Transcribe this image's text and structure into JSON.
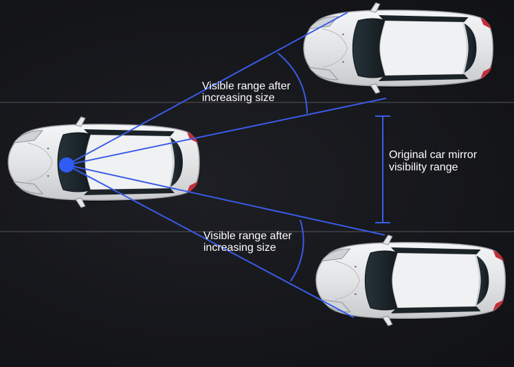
{
  "labels": {
    "upper_range": "Visible range after\nincreasing size",
    "lower_range": "Visible range after\nincreasing size",
    "original_range": "Original car mirror\nvisibility range"
  },
  "colors": {
    "background": "#15161a",
    "sight_line": "#3a5ce8",
    "mirror_dot": "#2e5cf5",
    "lane_line": "#6a6b70",
    "car_body": "#e9eaec",
    "car_glass": "#1f2a2f",
    "tail_light": "#c0303a",
    "text": "#ffffff"
  },
  "icons": {
    "main_car": "car-top-view-icon",
    "upper_car": "car-top-view-icon",
    "lower_car": "car-top-view-icon",
    "mirror": "mirror-point-icon"
  }
}
